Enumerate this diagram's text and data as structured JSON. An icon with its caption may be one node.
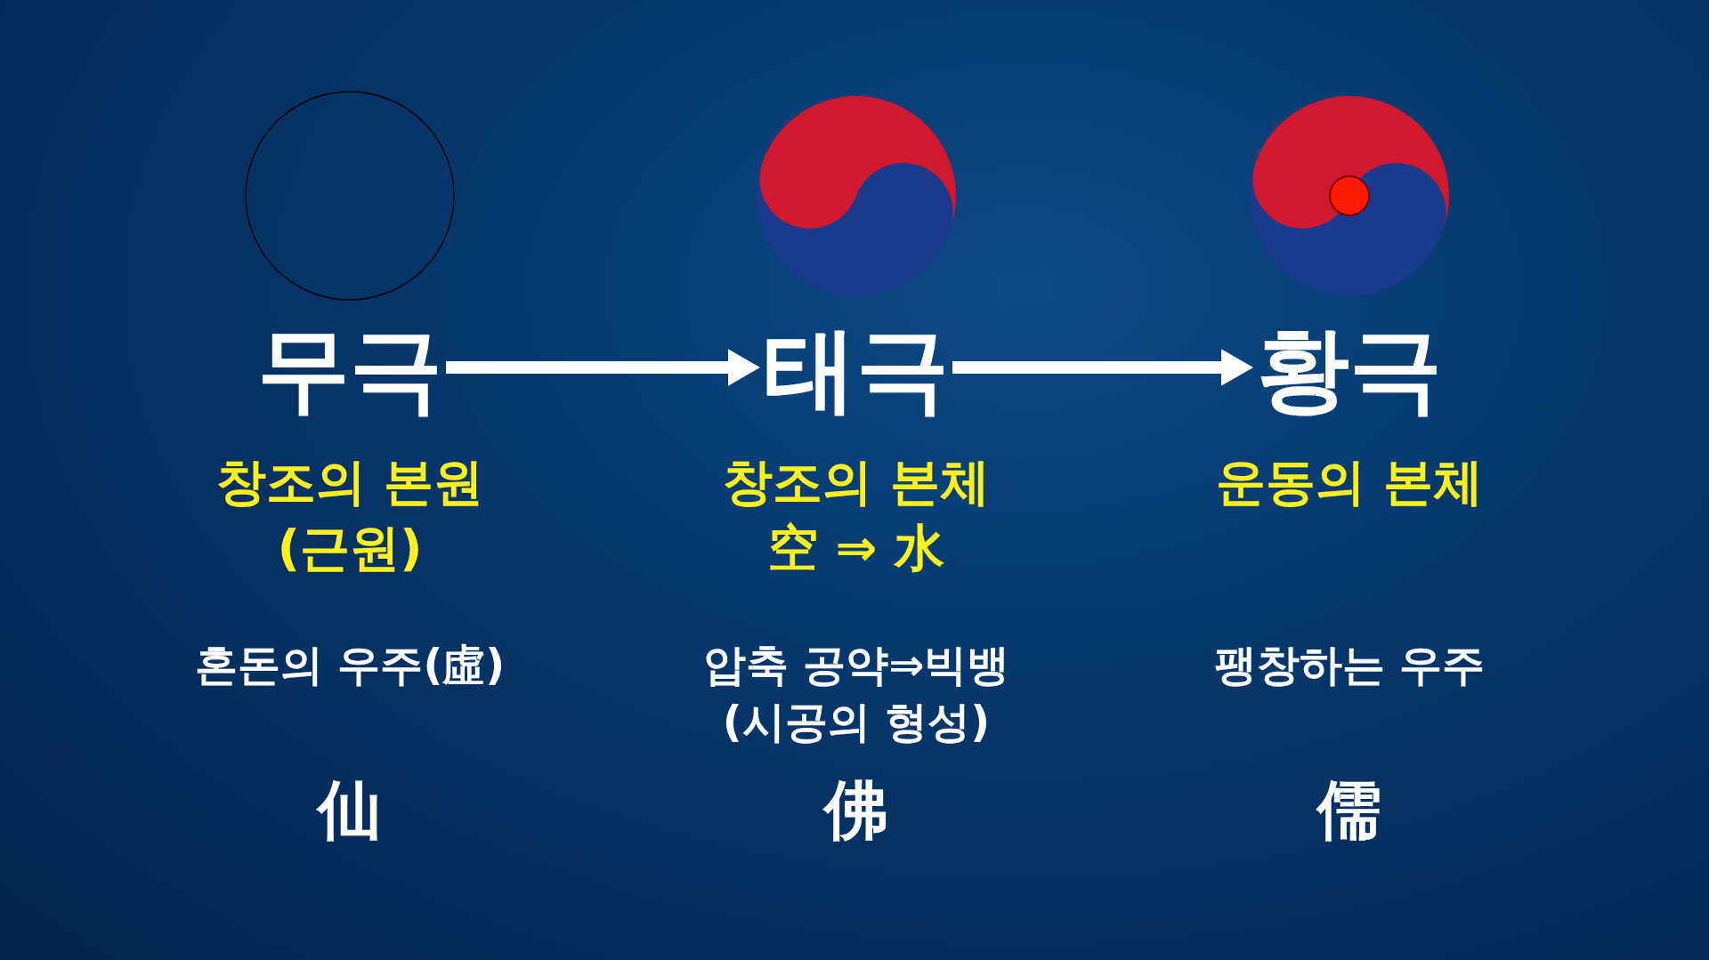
{
  "diagram": {
    "nodes": [
      {
        "text": [
          "무극"
        ],
        "beside": [
          "창조의 본원 (근원)",
          "혼돈의 우주(虛)",
          "仙"
        ]
      },
      {
        "text": [
          "태극"
        ],
        "beside": [
          "창조의 본체 空 ⇒ 水",
          "압축 공약⇒빅뱅 (시공의 형성)",
          "佛"
        ]
      },
      {
        "text": [
          "황극"
        ],
        "beside": [
          "운동의 본체",
          "팽창하는 우주",
          "儒"
        ]
      }
    ],
    "edges": [
      {
        "from": 0,
        "to": 1,
        "arrow": "to"
      },
      {
        "from": 1,
        "to": 2,
        "arrow": "to"
      }
    ]
  }
}
